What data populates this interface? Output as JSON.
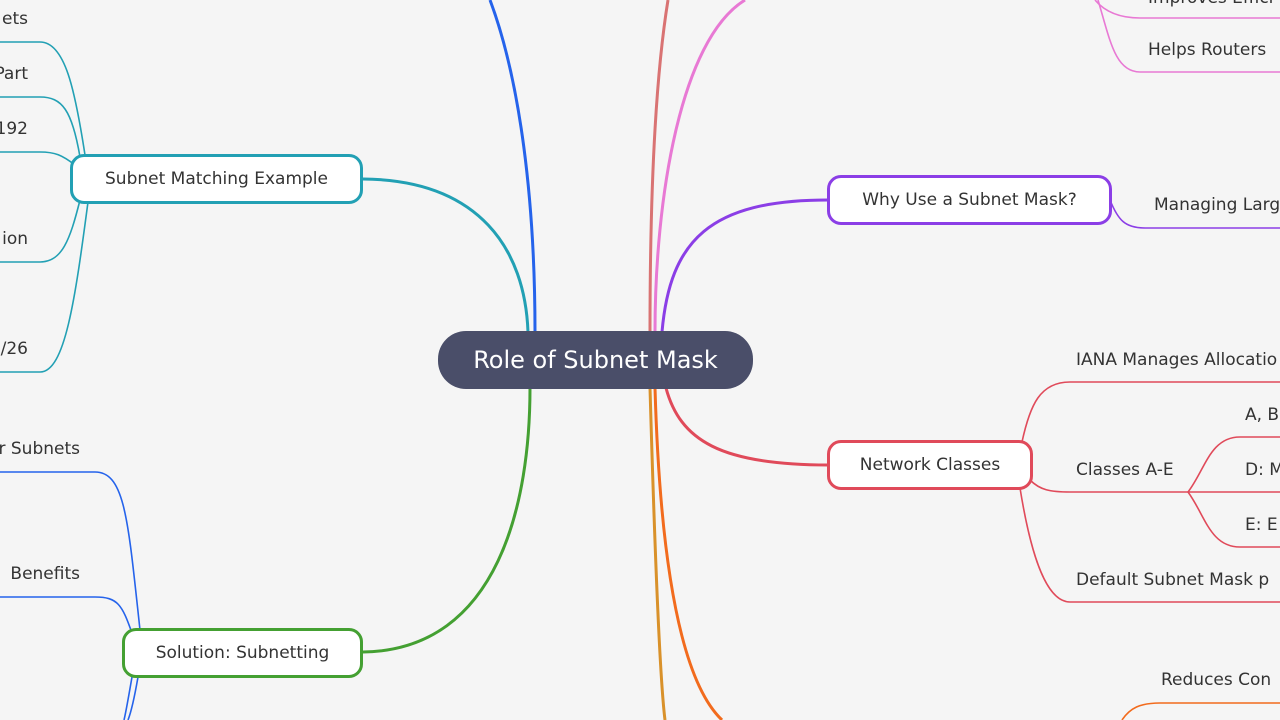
{
  "root": {
    "label": "Role of Subnet Mask"
  },
  "colors": {
    "blue": "#2563eb",
    "teal": "#22a0b4",
    "green": "#44a032",
    "salmon": "#d97373",
    "pink": "#e879d4",
    "purple": "#8b3ee6",
    "red": "#e04a5a",
    "orange": "#f26b1d",
    "gold": "#d9912a",
    "root_bg": "#4a4e69",
    "background": "#f5f5f5"
  },
  "branches": {
    "subnet_matching": {
      "label": "Subnet Matching Example",
      "children": [
        "ets",
        "Part",
        "192",
        "ion",
        "/26"
      ]
    },
    "solution": {
      "label": "Solution: Subnetting",
      "children": [
        "r Subnets",
        "Benefits"
      ]
    },
    "why_use": {
      "label": "Why Use a Subnet Mask?",
      "children": [
        "Managing Larg"
      ]
    },
    "top_right": {
      "children": [
        "Improves Effici",
        "Helps Routers"
      ]
    },
    "network_classes": {
      "label": "Network Classes",
      "children": [
        "IANA Manages Allocatio",
        "Classes A-E",
        "Default Subnet Mask p"
      ],
      "sub_children": [
        "A, B",
        "D: M",
        "E: E"
      ]
    },
    "bottom_right": {
      "children": [
        "Reduces Con"
      ]
    }
  }
}
